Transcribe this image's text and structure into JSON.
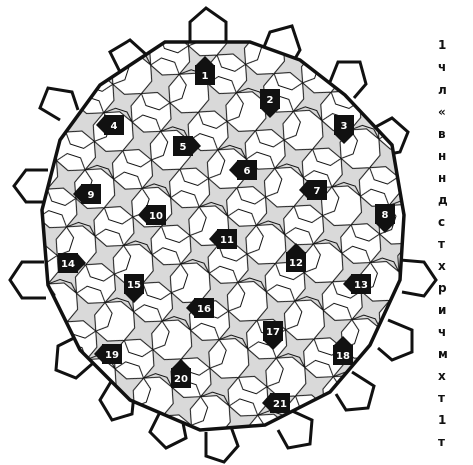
{
  "puzzle": {
    "numbers": [
      "1",
      "2",
      "3",
      "4",
      "5",
      "6",
      "7",
      "8",
      "9",
      "10",
      "11",
      "12",
      "13",
      "14",
      "15",
      "16",
      "17",
      "18",
      "19",
      "20",
      "21"
    ]
  },
  "side_text": {
    "lines": [
      "1",
      "ч",
      "л",
      "«",
      "в",
      "н",
      "н",
      "д",
      "с",
      "т",
      "х",
      "р",
      "и",
      "ч",
      "м",
      "х",
      "т",
      "1",
      "т"
    ]
  }
}
